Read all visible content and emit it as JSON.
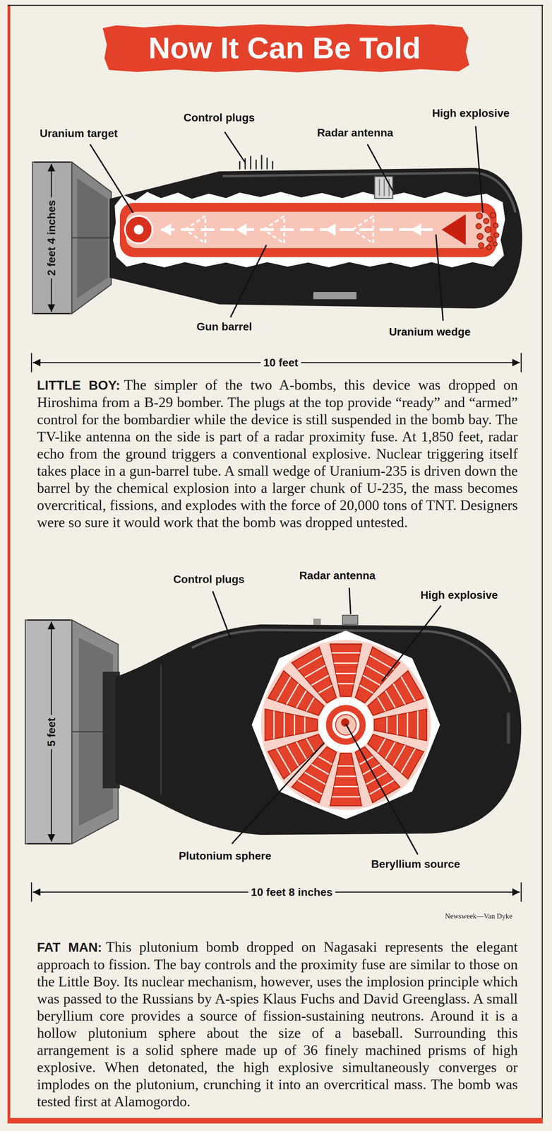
{
  "diagram": {
    "title": "Now It Can Be Told",
    "labels": [
      "Uranium target",
      "Control plugs",
      "Radar antenna",
      "High explosive",
      "2 feet 4 inches",
      "Gun barrel",
      "Uranium wedge",
      "10 feet",
      "LITTLE BOY:",
      "The simpler of the two A-bombs, this device was dropped on Hiroshima from a B-29 bomber. The plugs at the top provide “ready” and “armed” control for the bombardier while the device is still suspended in the bomb bay. The TV-like antenna on the side is part of a radar proximity fuse. At 1,850 feet, radar echo from the ground triggers a conventional explosive. Nuclear triggering itself takes place in a gun-barrel tube. A small wedge of Uranium-235 is driven down the barrel by the chemical explosion into a larger chunk of U-235, the mass becomes overcritical, fissions, and explodes with the force of 20,000 tons of TNT. Designers were so sure it would work that the bomb was dropped untested.",
      "Control plugs",
      "Radar antenna",
      "High explosive",
      "5 feet",
      "Plutonium sphere",
      "Beryllium source",
      "10 feet 8 inches",
      "Newsweek—Van Dyke",
      "FAT MAN:",
      "This plutonium bomb dropped on Nagasaki represents the elegant approach to fission. The bay controls and the proximity fuse are similar to those on the Little Boy. Its nuclear mechanism, however, uses the implosion principle which was passed to the Russians by A-spies Klaus Fuchs and David Greenglass. A small beryllium core provides a source of fission-sustaining neutrons. Around it is a hollow plutonium sphere about the size of a baseball. Surrounding this arrangement is a solid sphere made up of 36 finely machined prisms of high explosive. When detonated, the high explosive simultaneously converges or implodes on the plutonium, crunching it into an overcritical mass. The bomb was tested first at Alamogordo."
    ]
  }
}
